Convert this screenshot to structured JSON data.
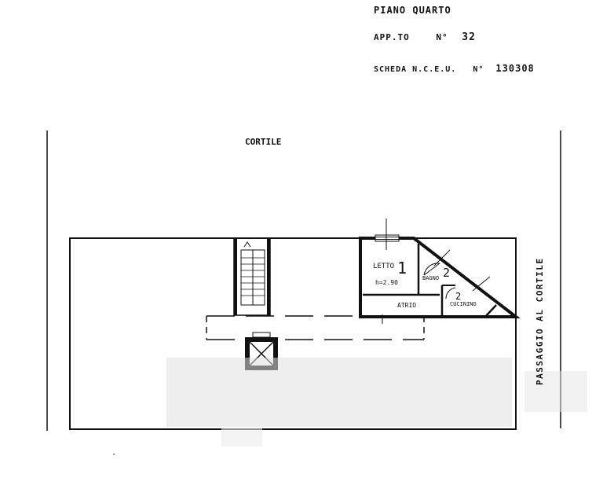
{
  "header": {
    "floor": "PIANO  QUARTO",
    "apartment_label": "APP.TO",
    "apartment_no_label": "N°",
    "apartment_no": "32",
    "card_label": "SCHEDA  N.C.E.U.",
    "card_no_label": "N°",
    "card_no": "130308"
  },
  "plan": {
    "courtyard_label": "CORTILE",
    "passage_label": "PASSAGGIO AL CORTILE",
    "rooms": [
      {
        "name": "LETTO",
        "number": "1",
        "height": "h=2.90"
      },
      {
        "name": "BAGNO",
        "number": "2"
      },
      {
        "name": "CUCININO",
        "number": "2"
      },
      {
        "name": "ATRIO",
        "number": ""
      }
    ]
  }
}
